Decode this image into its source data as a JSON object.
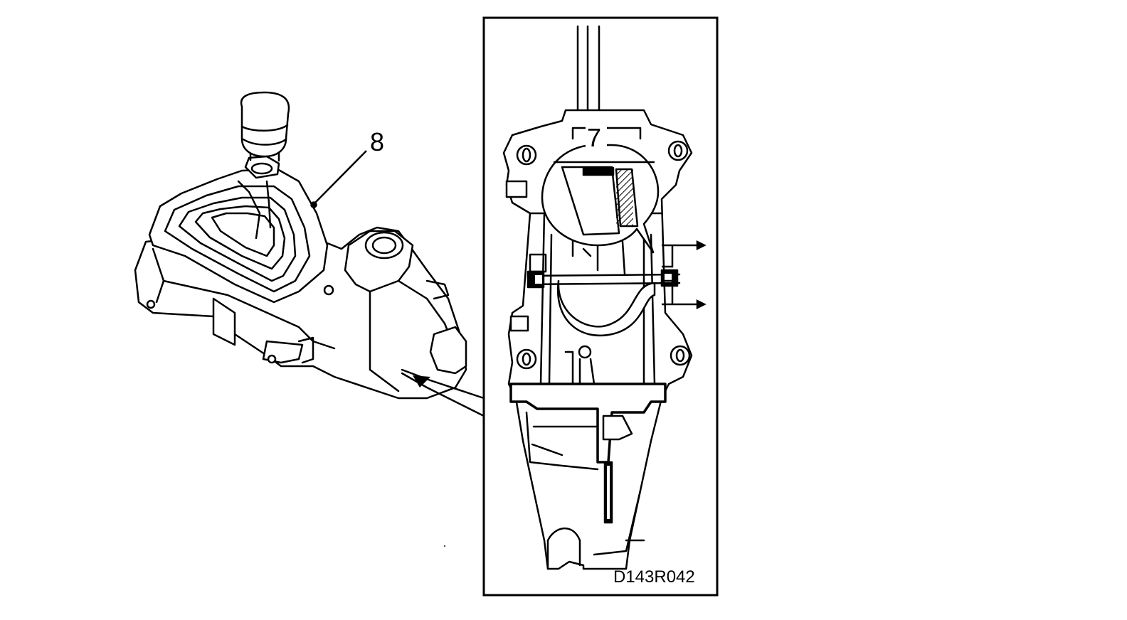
{
  "diagram": {
    "callouts": {
      "part_8": "8",
      "part_7": "7"
    },
    "reference_code": "D143R042"
  },
  "colors": {
    "line": "#000000",
    "background": "#ffffff"
  }
}
